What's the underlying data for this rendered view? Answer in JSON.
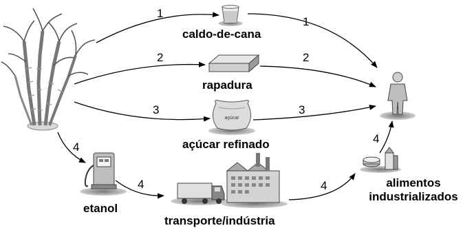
{
  "nodes": {
    "caldo": "caldo-de-cana",
    "rapadura": "rapadura",
    "acucar": "açúcar refinado",
    "acucar_bag": "açúcar",
    "etanol": "etanol",
    "transporte": "transporte/indústria",
    "alimentos_line1": "alimentos",
    "alimentos_line2": "industrializados"
  },
  "edge_labels": {
    "e1a": "1",
    "e1b": "1",
    "e2a": "2",
    "e2b": "2",
    "e3a": "3",
    "e3b": "3",
    "e4a": "4",
    "e4b": "4",
    "e4c": "4",
    "e4d": "4"
  },
  "icons": [
    "sugarcane-icon",
    "glass-icon",
    "rapadura-block-icon",
    "sugar-bag-icon",
    "fuel-pump-icon",
    "truck-icon",
    "factory-icon",
    "food-products-icon",
    "person-icon"
  ]
}
